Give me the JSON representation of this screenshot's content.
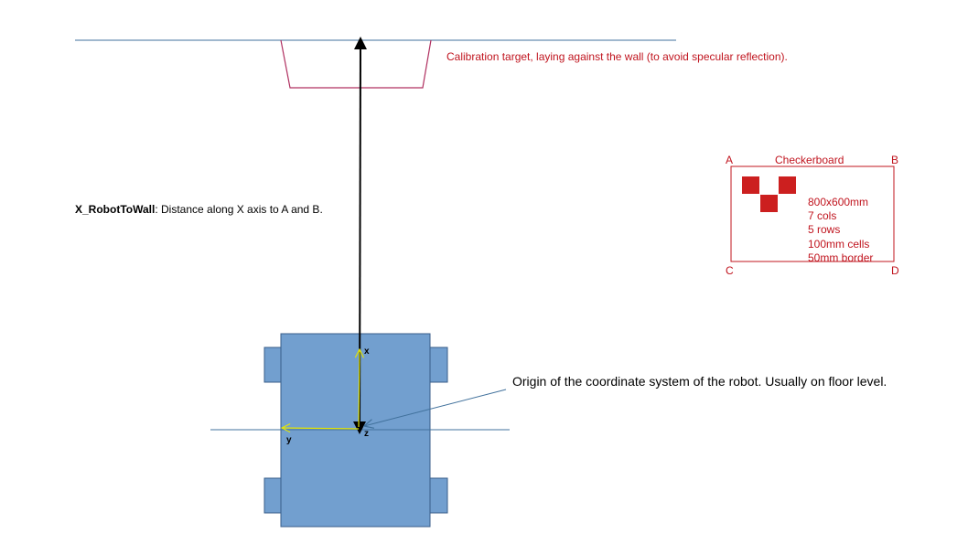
{
  "calibration": {
    "note": "Calibration target, laying against the wall (to avoid  specular reflection)."
  },
  "distance": {
    "name": "X_RobotToWall",
    "description": ": Distance along X axis to A and B."
  },
  "checkerboard": {
    "title": "Checkerboard",
    "corners": {
      "a": "A",
      "b": "B",
      "c": "C",
      "d": "D"
    },
    "specs": [
      "800x600mm",
      "7 cols",
      "5 rows",
      "100mm cells",
      "50mm border"
    ]
  },
  "robot": {
    "axis_x": "x",
    "axis_y": "y",
    "axis_z": "z",
    "origin_note": "Origin of the coordinate system of the robot. Usually  on floor level."
  },
  "colors": {
    "annotation_red": "#c0141e",
    "robot_fill": "#729fcf",
    "robot_stroke": "#385d8a",
    "line_blue": "#41719c",
    "target_outline": "#b03060",
    "y_axis_yellow": "#e6e600",
    "checker_red": "#cc1f1f"
  }
}
